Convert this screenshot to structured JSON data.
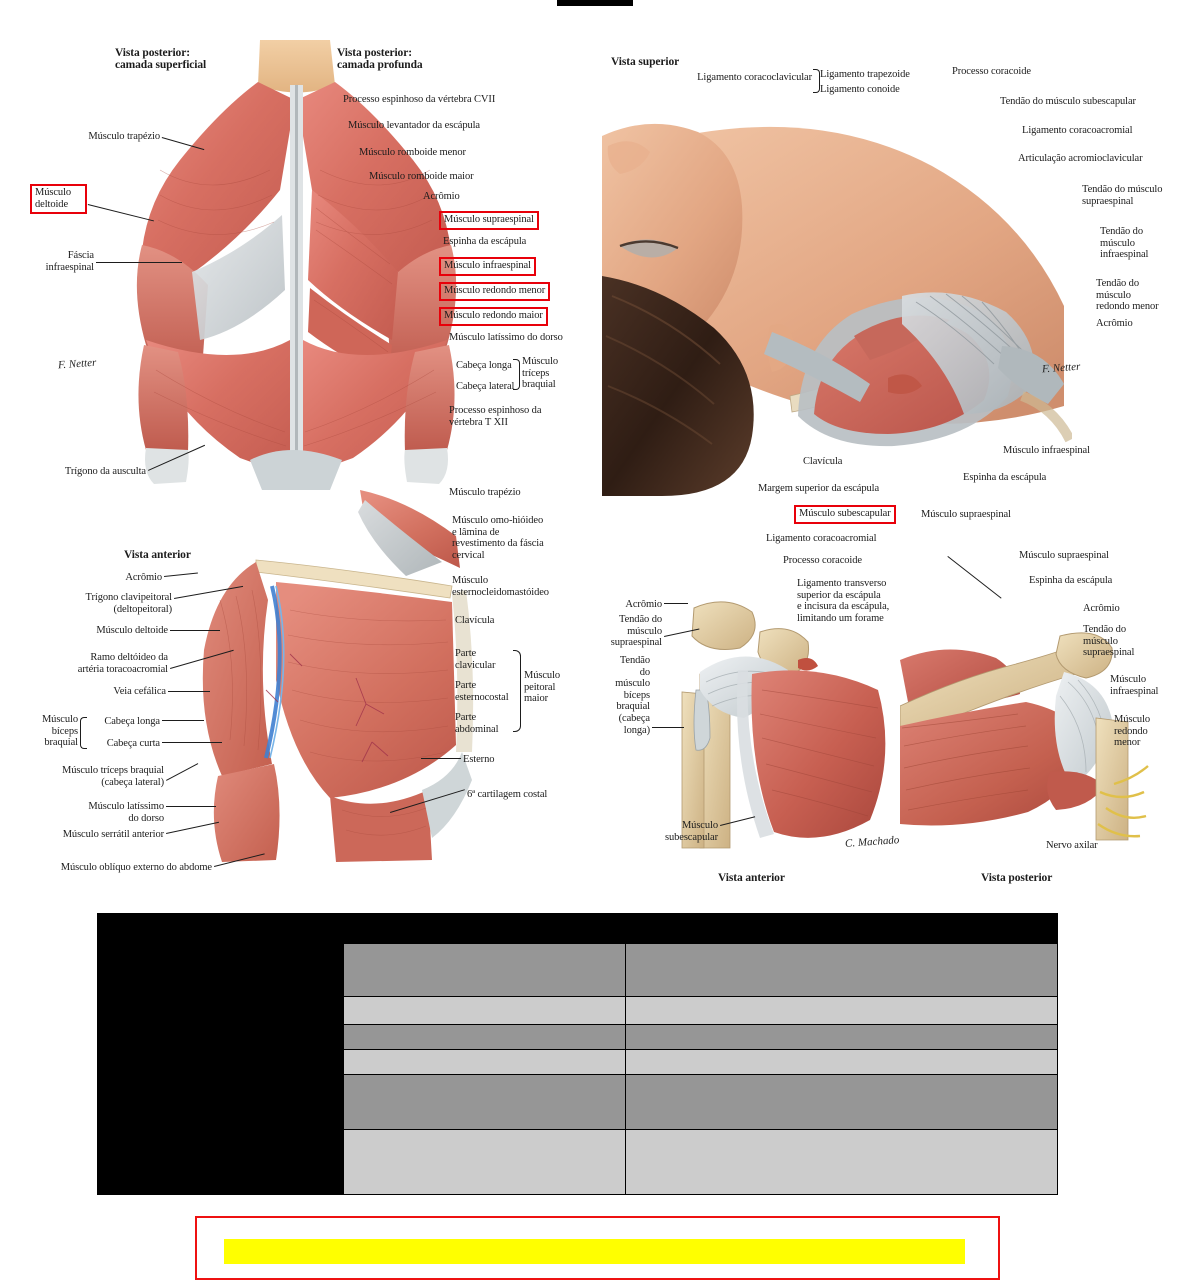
{
  "page": {
    "top_redaction_present": true,
    "background_color": "#ffffff",
    "highlight_color": "#ffff00",
    "callout_box_color": "#e8000a",
    "answer_box_border_color": "#ee1111"
  },
  "plate_posterior": {
    "title_left": "Vista posterior:\ncamada superficial",
    "title_right": "Vista posterior:\ncamada profunda",
    "signature": "F. Netter",
    "labels_left": [
      {
        "text": "Músculo trapézio",
        "boxed": false
      },
      {
        "text": "Músculo\ndeltoide",
        "boxed": true
      },
      {
        "text": "Fáscia\ninfraespinal",
        "boxed": false
      },
      {
        "text": "Trígono da ausculta",
        "boxed": false
      }
    ],
    "labels_right": [
      {
        "text": "Processo espinhoso da vértebra CVII",
        "boxed": false
      },
      {
        "text": "Músculo levantador da escápula",
        "boxed": false
      },
      {
        "text": "Músculo romboide menor",
        "boxed": false
      },
      {
        "text": "Músculo romboide maior",
        "boxed": false
      },
      {
        "text": "Acrômio",
        "boxed": false
      },
      {
        "text": "Músculo supraespinal",
        "boxed": true
      },
      {
        "text": "Espinha da escápula",
        "boxed": false
      },
      {
        "text": "Músculo infraespinal",
        "boxed": true
      },
      {
        "text": "Músculo redondo menor",
        "boxed": true
      },
      {
        "text": "Músculo redondo maior",
        "boxed": true
      },
      {
        "text": "Músculo latíssimo do dorso",
        "boxed": false
      },
      {
        "text": "Cabeça longa",
        "boxed": false
      },
      {
        "text": "Cabeça lateral",
        "boxed": false
      },
      {
        "text": "Músculo\ntríceps\nbraquial",
        "boxed": false
      },
      {
        "text": "Processo espinhoso da\nvértebra T XII",
        "boxed": false
      }
    ]
  },
  "plate_anterior": {
    "title": "Vista anterior",
    "labels_left": [
      {
        "text": "Acrômio"
      },
      {
        "text": "Trígono clavipeitoral\n(deltopeitoral)"
      },
      {
        "text": "Músculo deltoide"
      },
      {
        "text": "Ramo deltóideo da\nartéria toracoacromial"
      },
      {
        "text": "Veia cefálica"
      },
      {
        "text": "Músculo\nbíceps\nbraquial"
      },
      {
        "text": "Cabeça longa"
      },
      {
        "text": "Cabeça curta"
      },
      {
        "text": "Músculo tríceps braquial\n(cabeça lateral)"
      },
      {
        "text": "Músculo latíssimo\ndo dorso"
      },
      {
        "text": "Músculo serrátil anterior"
      },
      {
        "text": "Músculo oblíquo externo do abdome"
      }
    ],
    "labels_right": [
      {
        "text": "Músculo trapézio"
      },
      {
        "text": "Músculo omo-hióideo\ne lâmina de\nrevestimento da fáscia\ncervical"
      },
      {
        "text": "Músculo\nesternocleidomastóideo"
      },
      {
        "text": "Clavícula"
      },
      {
        "text": "Parte\nclavicular"
      },
      {
        "text": "Parte\nesternocostal"
      },
      {
        "text": "Parte\nabdominal"
      },
      {
        "text": "Músculo\npeitoral\nmaior"
      },
      {
        "text": "Esterno"
      },
      {
        "text": "6ª cartilagem costal"
      }
    ]
  },
  "plate_superior": {
    "title": "Vista superior",
    "signature": "F. Netter",
    "labels": [
      {
        "text": "Ligamento coracoclavicular",
        "boxed": false
      },
      {
        "text": "Ligamento trapezoide",
        "boxed": false
      },
      {
        "text": "Ligamento conoide",
        "boxed": false
      },
      {
        "text": "Processo coracoide",
        "boxed": false
      },
      {
        "text": "Tendão do músculo subescapular",
        "boxed": false
      },
      {
        "text": "Ligamento coracoacromial",
        "boxed": false
      },
      {
        "text": "Articulação acromioclavicular",
        "boxed": false
      },
      {
        "text": "Tendão do músculo\nsupraespinal",
        "boxed": false
      },
      {
        "text": "Tendão do\nmúsculo\ninfraespinal",
        "boxed": false
      },
      {
        "text": "Tendão do\nmúsculo\nredondo menor",
        "boxed": false
      },
      {
        "text": "Acrômio",
        "boxed": false
      },
      {
        "text": "Clavícula",
        "boxed": false
      },
      {
        "text": "Margem superior da escápula",
        "boxed": false
      },
      {
        "text": "Músculo subescapular",
        "boxed": true
      },
      {
        "text": "Músculo supraespinal",
        "boxed": false
      },
      {
        "text": "Espinha da escápula",
        "boxed": false
      },
      {
        "text": "Músculo infraespinal",
        "boxed": false
      },
      {
        "text": "Ligamento coracoacromial",
        "boxed": false
      }
    ]
  },
  "plate_scapula_pair": {
    "signature": "C. Machado",
    "caption_left": "Vista anterior",
    "caption_right": "Vista posterior",
    "labels_left": [
      {
        "text": "Acrômio"
      },
      {
        "text": "Tendão do\nmúsculo\nsupraespinal"
      },
      {
        "text": "Tendão\ndo\nmúsculo\nbíceps\nbraquial\n(cabeça\nlonga)"
      },
      {
        "text": "Músculo\nsubescapular"
      },
      {
        "text": "Processo coracoide"
      },
      {
        "text": "Ligamento transverso\nsuperior da escápula\ne incisura da escápula,\nlimitando um forame"
      }
    ],
    "labels_right": [
      {
        "text": "Músculo supraespinal"
      },
      {
        "text": "Espinha da escápula"
      },
      {
        "text": "Acrômio"
      },
      {
        "text": "Tendão do\nmúsculo\nsupraespinal"
      },
      {
        "text": "Músculo\ninfraespinal"
      },
      {
        "text": "Músculo\nredondo\nmenor"
      },
      {
        "text": "Nervo axilar"
      }
    ]
  },
  "table": {
    "columns": [
      "",
      "",
      ""
    ],
    "rows": [
      {
        "cells": [
          {
            "text": "",
            "style": "redacted"
          },
          {
            "text": "",
            "style": "redacted"
          },
          {
            "text": "",
            "style": "redacted"
          }
        ],
        "height": 30
      },
      {
        "cells": [
          {
            "text": "",
            "style": "redacted"
          },
          {
            "text": "",
            "style": "dark"
          },
          {
            "text": "",
            "style": "dark"
          }
        ],
        "height": 53
      },
      {
        "cells": [
          {
            "text": "",
            "style": "redacted"
          },
          {
            "text": "",
            "style": "light"
          },
          {
            "text": "",
            "style": "light"
          }
        ],
        "height": 28
      },
      {
        "cells": [
          {
            "text": "",
            "style": "redacted"
          },
          {
            "text": "",
            "style": "dark"
          },
          {
            "text": "",
            "style": "dark"
          }
        ],
        "height": 25
      },
      {
        "cells": [
          {
            "text": "",
            "style": "redacted"
          },
          {
            "text": "",
            "style": "light"
          },
          {
            "text": "",
            "style": "light"
          }
        ],
        "height": 25
      },
      {
        "cells": [
          {
            "text": "",
            "style": "redacted"
          },
          {
            "text": "",
            "style": "dark"
          },
          {
            "text": "",
            "style": "dark"
          }
        ],
        "height": 55
      },
      {
        "cells": [
          {
            "text": "",
            "style": "redacted"
          },
          {
            "text": "",
            "style": "light"
          },
          {
            "text": "",
            "style": "light"
          }
        ],
        "height": 65
      }
    ]
  },
  "answer_box": {
    "text": "",
    "highlighted": true
  }
}
